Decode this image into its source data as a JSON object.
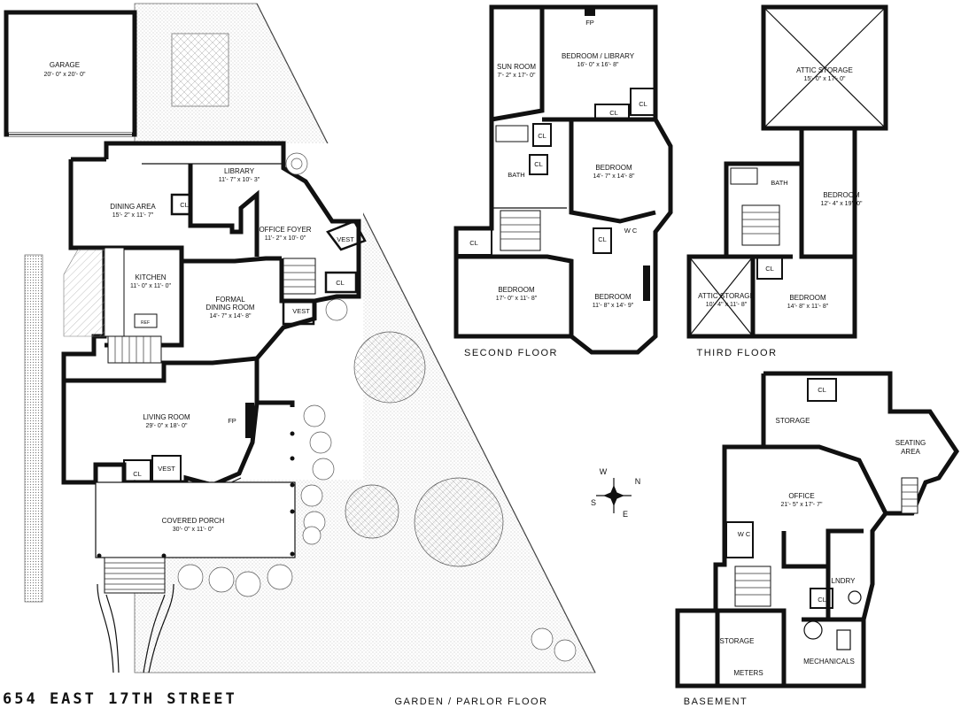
{
  "address": "654 EAST 17TH STREET",
  "floors": {
    "garden": {
      "name": "GARDEN / PARLOR FLOOR",
      "rooms": [
        {
          "id": "garage",
          "name": "GARAGE",
          "size": "20'- 0\" x 20'- 0\""
        },
        {
          "id": "library",
          "name": "LIBRARY",
          "size": "11'- 7\" x 10'- 3\""
        },
        {
          "id": "dining-area",
          "name": "DINING AREA",
          "size": "15'- 2\" x 11'- 7\""
        },
        {
          "id": "office-foyer",
          "name": "OFFICE FOYER",
          "size": "11'- 2\" x 10'- 0\""
        },
        {
          "id": "kitchen",
          "name": "KITCHEN",
          "size": "11'- 0\" x 11'- 0\""
        },
        {
          "id": "formal-dining",
          "name": "FORMAL",
          "name2": "DINING ROOM",
          "size": "14'- 7\" x 14'- 8\""
        },
        {
          "id": "living-room",
          "name": "LIVING ROOM",
          "size": "29'- 0\" x 18'- 0\""
        },
        {
          "id": "covered-porch",
          "name": "COVERED PORCH",
          "size": "30'- 0\" x 11'- 0\""
        }
      ],
      "labels": {
        "vest": "VEST",
        "cl": "CL",
        "fp": "FP",
        "ref": "REF"
      }
    },
    "second": {
      "name": "SECOND FLOOR",
      "rooms": [
        {
          "id": "sun-room",
          "name": "SUN ROOM",
          "size": "7'- 2\" x 17'- 0\""
        },
        {
          "id": "bedroom-library",
          "name": "BEDROOM / LIBRARY",
          "size": "16'- 0\" x 16'- 8\""
        },
        {
          "id": "bedroom-a",
          "name": "BEDROOM",
          "size": "14'- 7\" x 14'- 8\""
        },
        {
          "id": "bedroom-b",
          "name": "BEDROOM",
          "size": "17'- 0\" x 11'- 8\""
        },
        {
          "id": "bedroom-c",
          "name": "BEDROOM",
          "size": "11'- 8\" x 14'- 9\""
        }
      ],
      "labels": {
        "bath": "BATH",
        "wc": "W C",
        "cl": "CL",
        "fp": "FP"
      }
    },
    "third": {
      "name": "THIRD FLOOR",
      "rooms": [
        {
          "id": "attic-storage-a",
          "name": "ATTIC STORAGE",
          "size": "15'- 0\" x 17'- 0\""
        },
        {
          "id": "bedroom-d",
          "name": "BEDROOM",
          "size": "12'- 4\" x 19'- 0\""
        },
        {
          "id": "attic-storage-b",
          "name": "ATTIC STORAGE",
          "size": "10'- 4\" x 11'- 8\""
        },
        {
          "id": "bedroom-e",
          "name": "BEDROOM",
          "size": "14'- 8\" x 11'- 8\""
        }
      ],
      "labels": {
        "bath": "BATH",
        "cl": "CL"
      }
    },
    "basement": {
      "name": "BASEMENT",
      "rooms": [
        {
          "id": "office",
          "name": "OFFICE",
          "size": "21'- 5\" x 17'- 7\""
        },
        {
          "id": "seating-area",
          "name": "SEATING",
          "name2": "AREA"
        }
      ],
      "labels": {
        "storage": "STORAGE",
        "lndry": "LNDRY",
        "wc": "W C",
        "cl": "CL",
        "mechanicals": "MECHANICALS",
        "meters": "METERS"
      }
    }
  },
  "compass": {
    "n": "N",
    "e": "E",
    "s": "S",
    "w": "W"
  }
}
